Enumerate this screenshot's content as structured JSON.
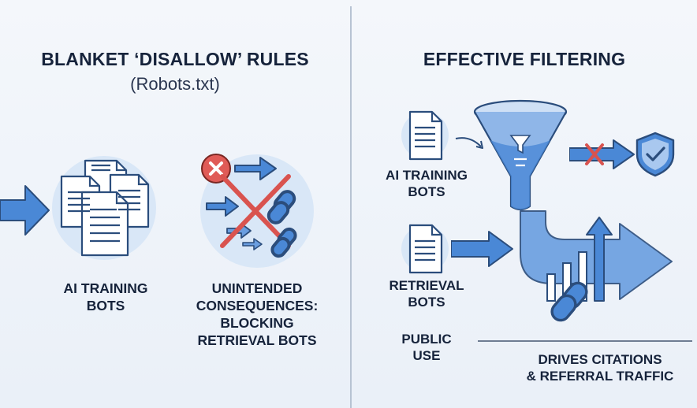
{
  "left": {
    "title": "BLANKET ‘DISALLOW’ RULES",
    "subtitle": "(Robots.txt)",
    "ai_training_label": "AI TRAINING\nBOTS",
    "consequence_label": "UNINTENDED\nCONSEQUENCES:\nBLOCKING\nRETRIEVAL BOTS"
  },
  "right": {
    "title": "EFFECTIVE FILTERING",
    "ai_training_label": "AI TRAINING\nBOTS",
    "retrieval_label": "RETRIEVAL\nBOTS",
    "public_use_label": "PUBLIC\nUSE",
    "outcome_label": "DRIVES CITATIONS\n& REFERRAL TRAFFIC"
  },
  "colors": {
    "blue": "#4a88d6",
    "navy": "#2b4d7c",
    "light_blue": "#d9e7f7",
    "red": "#d9534f"
  },
  "icons": [
    "arrow-right-icon",
    "documents-icon",
    "no-entry-icon",
    "link-icon",
    "funnel-icon",
    "shield-check-icon",
    "bar-growth-icon"
  ]
}
